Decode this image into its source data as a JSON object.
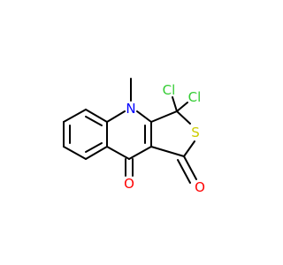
{
  "molecule": {
    "atoms": {
      "nitrogen": {
        "symbol": "N",
        "color": "#0000ff"
      },
      "sulfur": {
        "symbol": "S",
        "color": "#cccc00"
      },
      "chlorine_1": {
        "symbol": "Cl",
        "color": "#33cc33"
      },
      "chlorine_2": {
        "symbol": "Cl",
        "color": "#33cc33"
      },
      "oxygen_ketone": {
        "symbol": "O",
        "color": "#ff0000"
      },
      "oxygen_thioester": {
        "symbol": "O",
        "color": "#ff0000"
      }
    },
    "bond_color": "#000000"
  }
}
